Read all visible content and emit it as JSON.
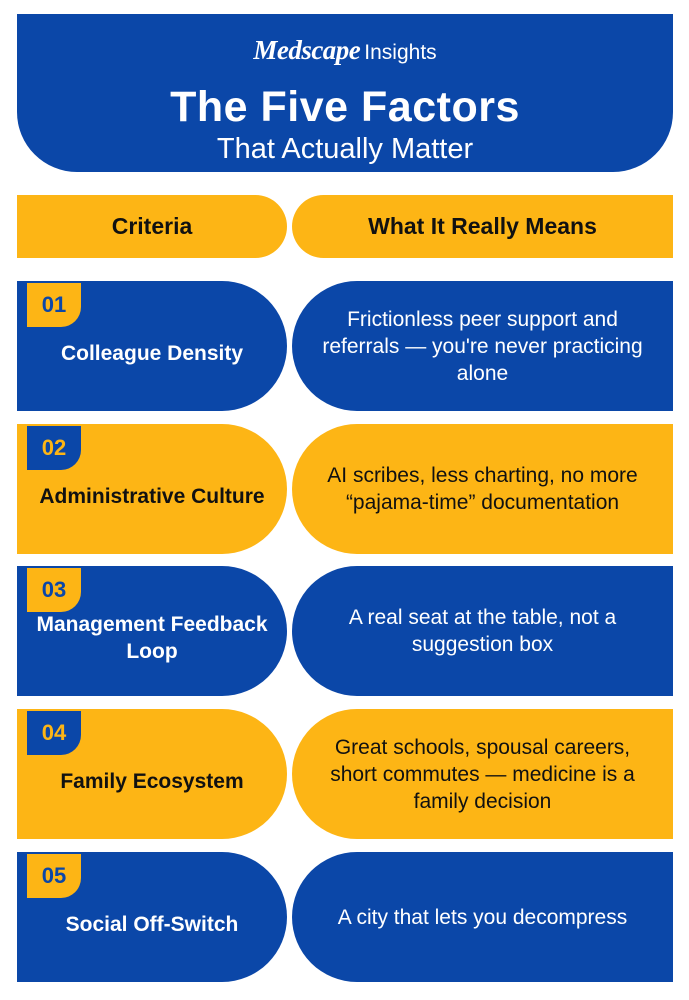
{
  "header": {
    "brand_name": "Medscape",
    "brand_sub": "Insights",
    "title": "The Five Factors",
    "subtitle": "That Actually Matter"
  },
  "columns": {
    "criteria": "Criteria",
    "meaning": "What It Really Means"
  },
  "rows": [
    {
      "number": "01",
      "criteria": "Colleague Density",
      "meaning": "Frictionless peer support and referrals — you're never practicing alone"
    },
    {
      "number": "02",
      "criteria": "Administrative Culture",
      "meaning": "AI scribes, less charting, no more “pajama-time” documentation"
    },
    {
      "number": "03",
      "criteria": "Management Feedback Loop",
      "meaning": "A real seat at the table, not a suggestion box"
    },
    {
      "number": "04",
      "criteria": "Family Ecosystem",
      "meaning": "Great schools, spousal careers, short commutes — medicine is a family decision"
    },
    {
      "number": "05",
      "criteria": "Social Off-Switch",
      "meaning": "A city that lets you decompress"
    }
  ],
  "colors": {
    "blue": "#0b47a8",
    "gold": "#fdb515"
  }
}
